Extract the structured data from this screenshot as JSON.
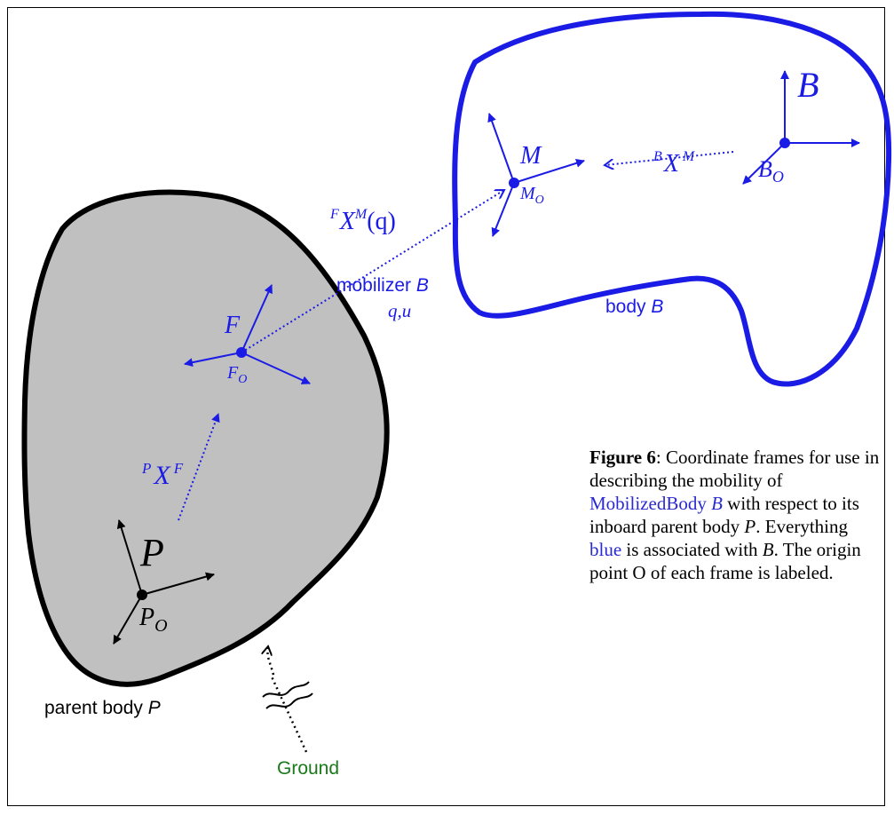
{
  "colors": {
    "blue": "#1b1be6",
    "text_blue": "#2a2ad0",
    "green": "#1a7a1a",
    "parent_fill": "#c0c0c0",
    "black": "#000000"
  },
  "labels": {
    "B_frame": "B",
    "B_origin_main": "B",
    "B_origin_sub": "O",
    "M_frame": "M",
    "M_origin_main": "M",
    "M_origin_sub": "O",
    "BXM_pre": "B",
    "BXM_main": "X",
    "BXM_sup": "M",
    "FXM_pre": "F",
    "FXM_main": "X",
    "FXM_sup": "M",
    "FXM_arg": "(q)",
    "mobilizer_text": "mobilizer",
    "mobilizer_var": "B",
    "mobilizer_coords": "q,u",
    "body_text": "body",
    "body_var": "B",
    "F_frame": "F",
    "F_origin_main": "F",
    "F_origin_sub": "O",
    "PXF_pre": "P",
    "PXF_main": "X",
    "PXF_sup": "F",
    "P_frame": "P",
    "P_origin_main": "P",
    "P_origin_sub": "O",
    "parent_text": "parent body",
    "parent_var": "P",
    "ground": "Ground"
  },
  "caption": {
    "figure": "Figure 6",
    "t1": ": Coordinate frames for use in describing the mobility of ",
    "mobilized": "MobilizedBody",
    "b1": "B",
    "t2": " with respect to its inboard parent body ",
    "p1": "P",
    "t3": ". Everything ",
    "blue_word": "blue",
    "t4": " is associated with ",
    "b2": "B",
    "t5": ". The origin point O of each frame is labeled."
  }
}
